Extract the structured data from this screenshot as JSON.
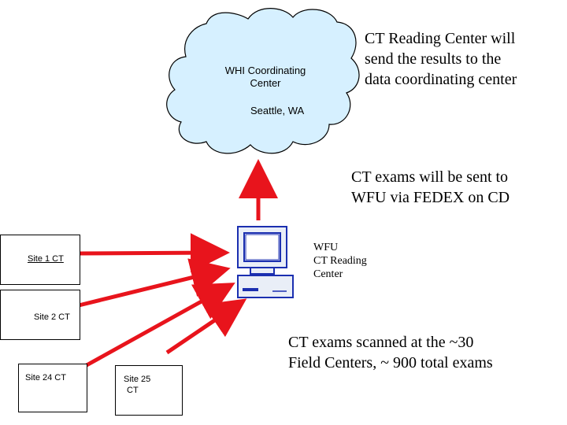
{
  "cloud": {
    "title_line1": "WHI Coordinating",
    "title_line2": "Center",
    "location": "Seattle, WA"
  },
  "notes": {
    "results_line1": "CT Reading Center will",
    "results_line2": "send the results to the",
    "results_line3": "data coordinating center",
    "fedex_line1": "CT exams will be sent to",
    "fedex_line2": "WFU via FEDEX on CD",
    "scanned_line1": "CT exams scanned at the ~30",
    "scanned_line2": "Field Centers,  ~ 900 total exams"
  },
  "reading_center": {
    "line1": "WFU",
    "line2": "CT Reading",
    "line3": "Center"
  },
  "sites": {
    "site1": "Site 1 CT",
    "site2": "Site 2 CT",
    "site24": "Site 24 CT",
    "site25_line1": "Site 25",
    "site25_line2": "CT"
  },
  "colors": {
    "cloud_fill": "#d6f0ff",
    "arrow": "#e8141c",
    "computer": "#1b2fb0",
    "computer_fill": "#e9eef7"
  }
}
